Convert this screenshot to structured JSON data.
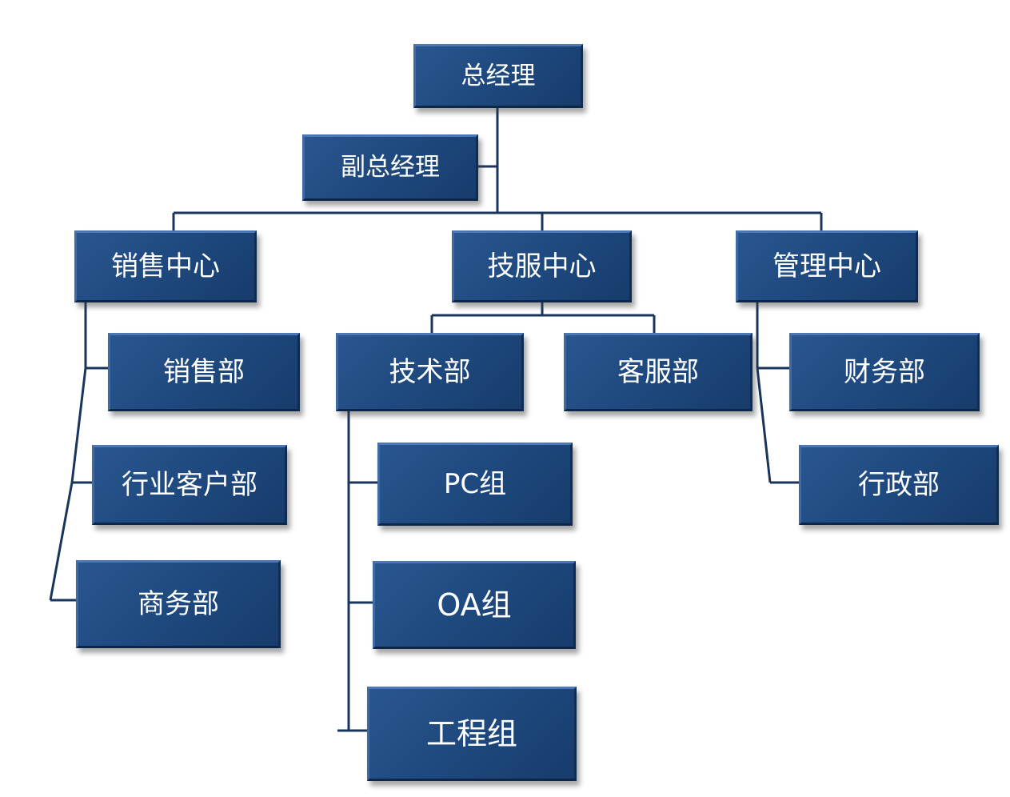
{
  "org": {
    "gm": "总经理",
    "deputy": "副总经理",
    "sales_center": {
      "title": "销售中心",
      "children": [
        "销售部",
        "行业客户部",
        "商务部"
      ]
    },
    "tech_center": {
      "title": "技服中心",
      "tech_dept": {
        "title": "技术部",
        "children": [
          "PC组",
          "OA组",
          "工程组"
        ]
      },
      "service_dept": "客服部"
    },
    "admin_center": {
      "title": "管理中心",
      "children": [
        "财务部",
        "行政部"
      ]
    }
  },
  "colors": {
    "box_fill": "#1f4a80",
    "line": "#1a355c",
    "text": "#ffffff"
  }
}
